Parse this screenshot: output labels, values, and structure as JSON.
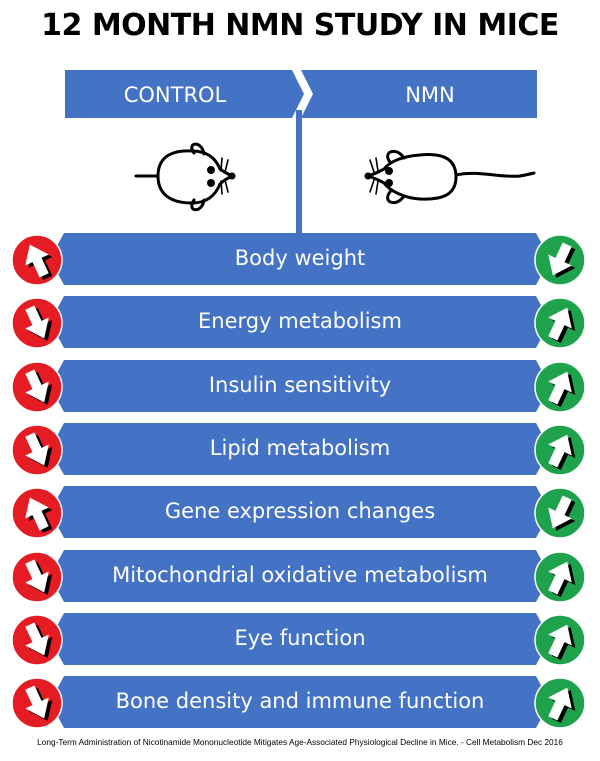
{
  "title": "12 MONTH NMN STUDY IN MICE",
  "columns": {
    "control": "CONTROL",
    "nmn": "NMN"
  },
  "colors": {
    "bar": "#4472c4",
    "control_circle": "#e51c23",
    "nmn_circle": "#1ea24b",
    "arrow_fill": "#ffffff",
    "arrow_shadow": "#000000"
  },
  "icons": {
    "control": "fat-mouse-icon",
    "nmn": "slim-mouse-icon"
  },
  "rows": [
    {
      "label": "Body weight",
      "control": "up",
      "nmn": "down"
    },
    {
      "label": "Energy metabolism",
      "control": "down",
      "nmn": "up"
    },
    {
      "label": "Insulin sensitivity",
      "control": "down",
      "nmn": "up"
    },
    {
      "label": "Lipid metabolism",
      "control": "down",
      "nmn": "up"
    },
    {
      "label": "Gene expression changes",
      "control": "up",
      "nmn": "down"
    },
    {
      "label": "Mitochondrial oxidative metabolism",
      "control": "down",
      "nmn": "up"
    },
    {
      "label": "Eye function",
      "control": "down",
      "nmn": "up"
    },
    {
      "label": "Bone density and immune function",
      "control": "down",
      "nmn": "up"
    }
  ],
  "citation": "Long-Term Administration of Nicotinamide Mononucleotide Mitigates Age-Associated Physiological Decline in Mice. - Cell Metabolism Dec 2016"
}
